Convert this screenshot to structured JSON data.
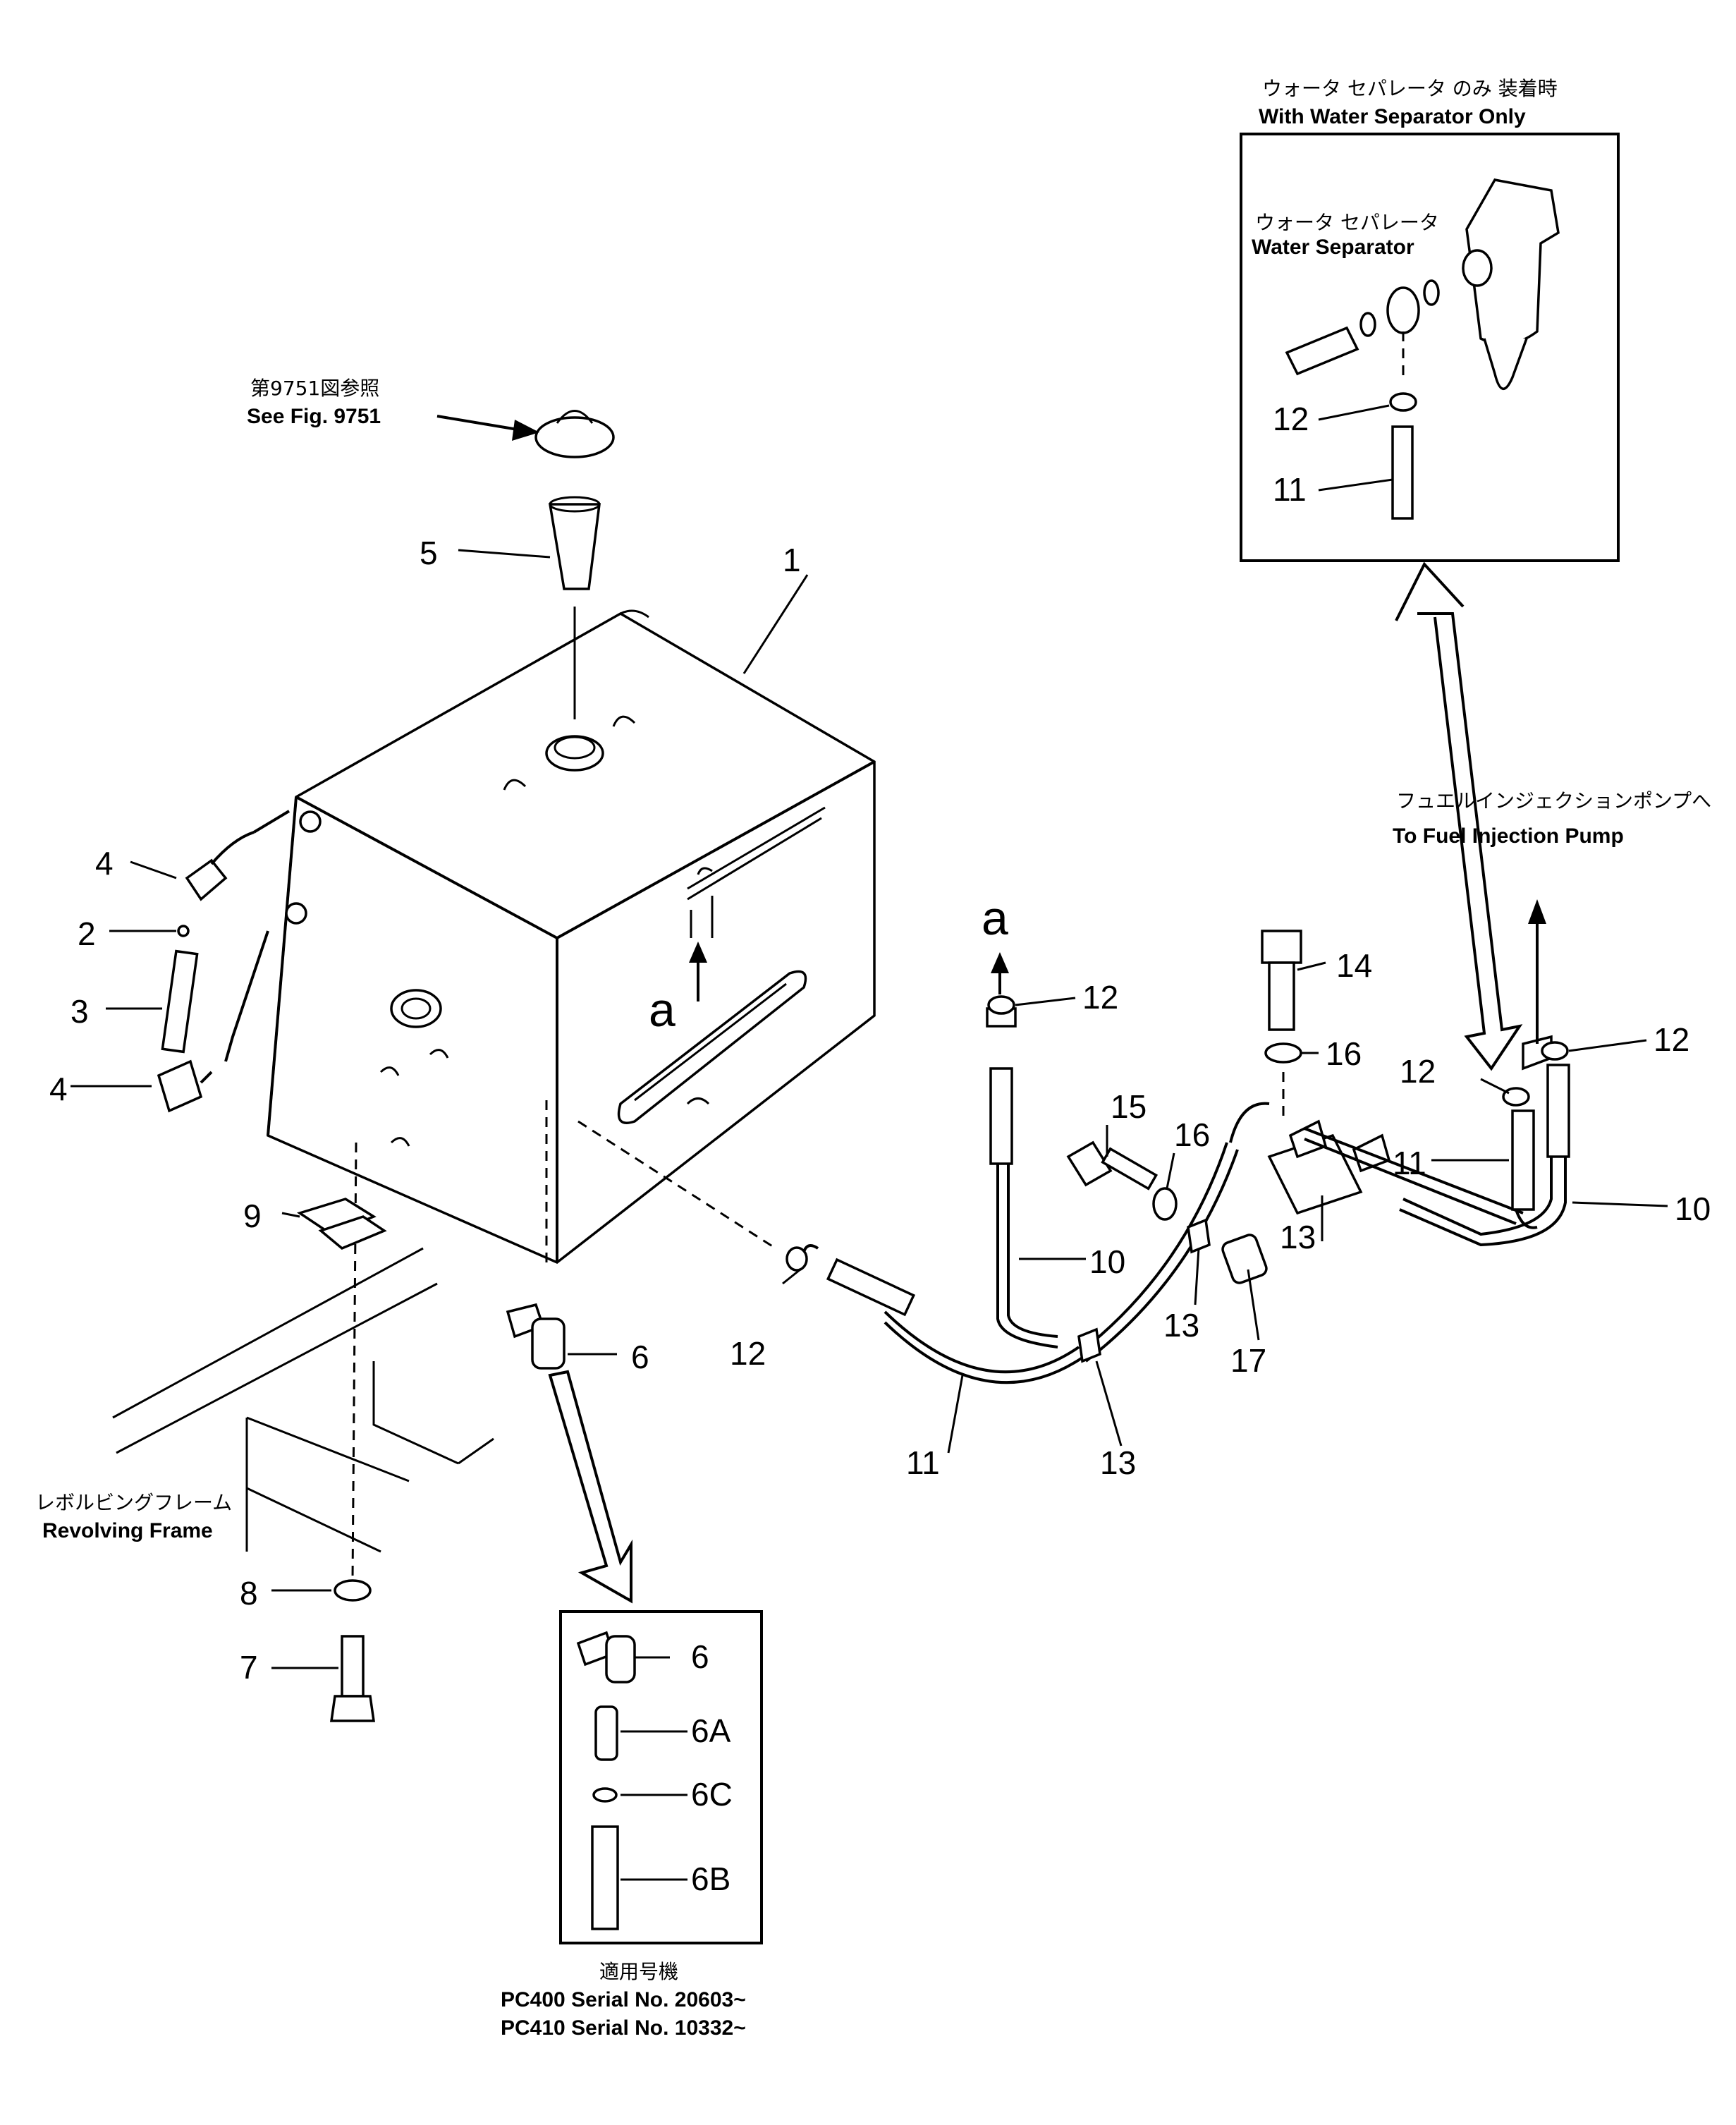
{
  "labels": {
    "callouts": {
      "n1": "1",
      "n2": "2",
      "n3": "3",
      "n4a": "4",
      "n4b": "4",
      "n5": "5",
      "n6": "6",
      "n7": "7",
      "n8": "8",
      "n9": "9",
      "n10a": "10",
      "n10b": "10",
      "n11a": "11",
      "n11b": "11",
      "n12a": "12",
      "n12b": "12",
      "n12c": "12",
      "n12d": "12",
      "n13a": "13",
      "n13b": "13",
      "n13c": "13",
      "n14": "14",
      "n15": "15",
      "n16a": "16",
      "n16b": "16",
      "n17": "17",
      "a1": "a",
      "a2": "a"
    },
    "inset_top": {
      "title_jp": "ウォータ セパレータ のみ 装着時",
      "title_en": "With Water Separator Only",
      "sub_jp": "ウォータ セパレータ",
      "sub_en": "Water Separator",
      "n12": "12",
      "n11": "11"
    },
    "inset_bottom": {
      "n6": "6",
      "n6a": "6A",
      "n6c": "6C",
      "n6b": "6B",
      "footer_jp": "適用号機",
      "footer_l1": "PC400  Serial  No.  20603~",
      "footer_l2": "PC410  Serial  No.  10332~"
    },
    "see_fig_jp": "第9751図参照",
    "see_fig_en": "See  Fig.  9751",
    "to_pump_jp": "フュエルインジェクションポンプへ",
    "to_pump_en": "To  Fuel  Injection  Pump",
    "frame_jp": "レボルビングフレーム",
    "frame_en": "Revolving  Frame"
  }
}
